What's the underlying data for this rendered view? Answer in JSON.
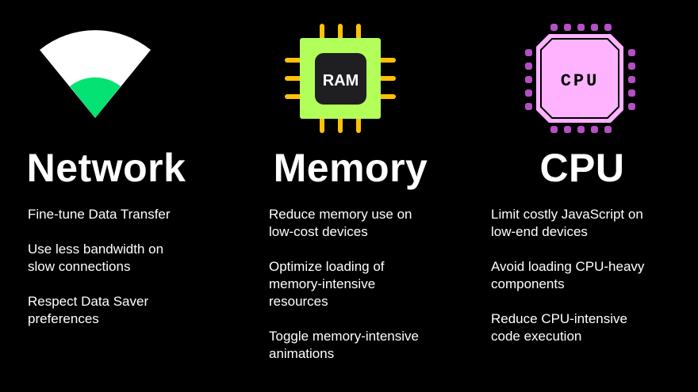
{
  "columns": [
    {
      "title": "Network",
      "icon": "wifi-signal-icon",
      "items": [
        "Fine-tune Data Transfer",
        "Use less bandwidth on slow connections",
        "Respect Data Saver preferences"
      ]
    },
    {
      "title": "Memory",
      "icon": "ram-chip-icon",
      "icon_text": "RAM",
      "items": [
        "Reduce memory use on low-cost devices",
        "Optimize loading of memory-intensive resources",
        "Toggle memory-intensive animations"
      ]
    },
    {
      "title": "CPU",
      "icon": "cpu-chip-icon",
      "icon_text": "CPU",
      "items": [
        "Limit costly JavaScript on low-end devices",
        "Avoid loading CPU-heavy components",
        "Reduce CPU-intensive code execution"
      ]
    }
  ],
  "colors": {
    "network_green": "#05e274",
    "ram_green": "#b2ff59",
    "ram_pins": "#ffc107",
    "cpu_pink": "#ffb3ff",
    "cpu_pads": "#b44fc4"
  }
}
